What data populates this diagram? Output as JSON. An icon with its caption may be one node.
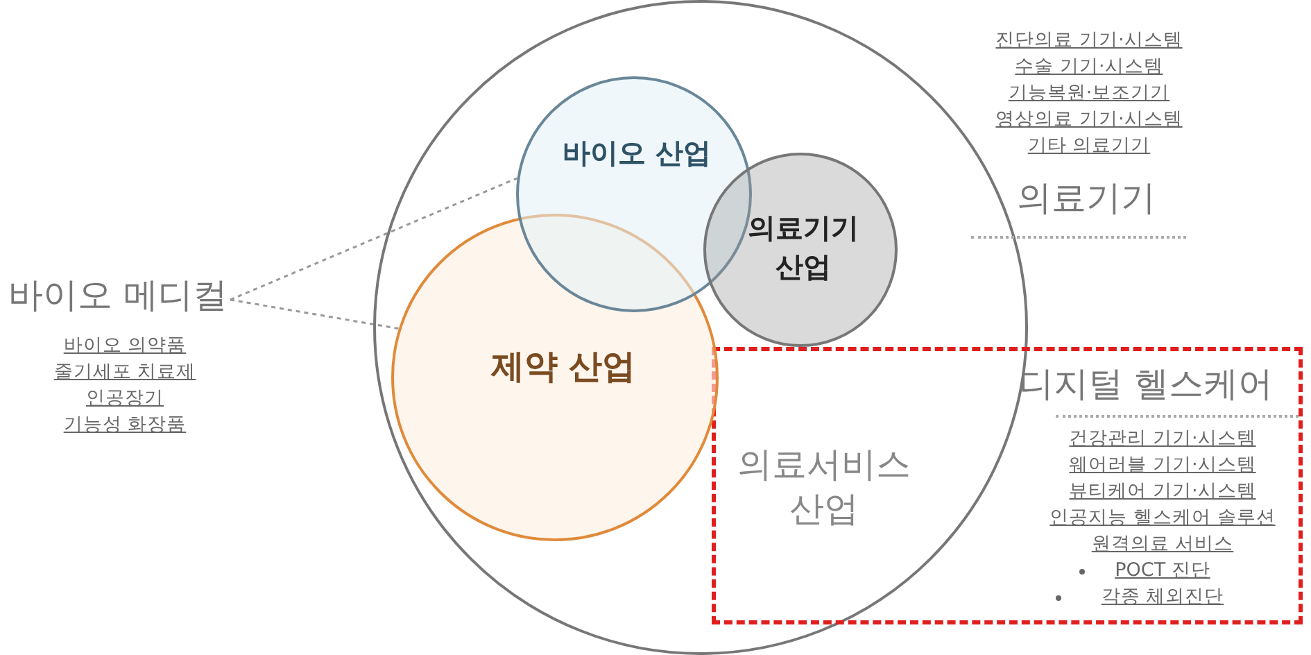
{
  "diagram": {
    "nodes": [
      {
        "text": [],
        "shape": "circle"
      },
      {
        "text": [
          "바이오 산업"
        ],
        "in": 0
      },
      {
        "text": [
          "의료기기 산업"
        ],
        "in": 0
      },
      {
        "text": [
          "제약 산업"
        ],
        "in": 0
      },
      {
        "text": [
          "의료서비스 산업",
          "디지털 헬스케어",
          "건강관리 기기·시스템",
          "웨어러블 기기·시스템",
          "뷰티케어 기기·시스템",
          "인공지능 헬스케어 솔루션",
          "원격의료 서비스",
          "POCT 진단",
          "각종 체외진단"
        ]
      },
      {
        "text": [
          "바이오 메디컬"
        ],
        "beside": [
          "바이오 의약품",
          "줄기세포 치료제",
          "인공장기",
          "기능성 화장품"
        ]
      },
      {
        "text": [
          "의료기기"
        ],
        "beside": [
          "진단의료 기기·시스템",
          "수술 기기·시스템",
          "기능복원·보조기기",
          "영상의료 기기·시스템",
          "기타 의료기기"
        ]
      }
    ],
    "edges": [
      {
        "from": 5,
        "to": 1,
        "arrow": "none",
        "style": "dashed"
      },
      {
        "from": 5,
        "to": 3,
        "arrow": "none",
        "style": "dashed"
      }
    ]
  }
}
